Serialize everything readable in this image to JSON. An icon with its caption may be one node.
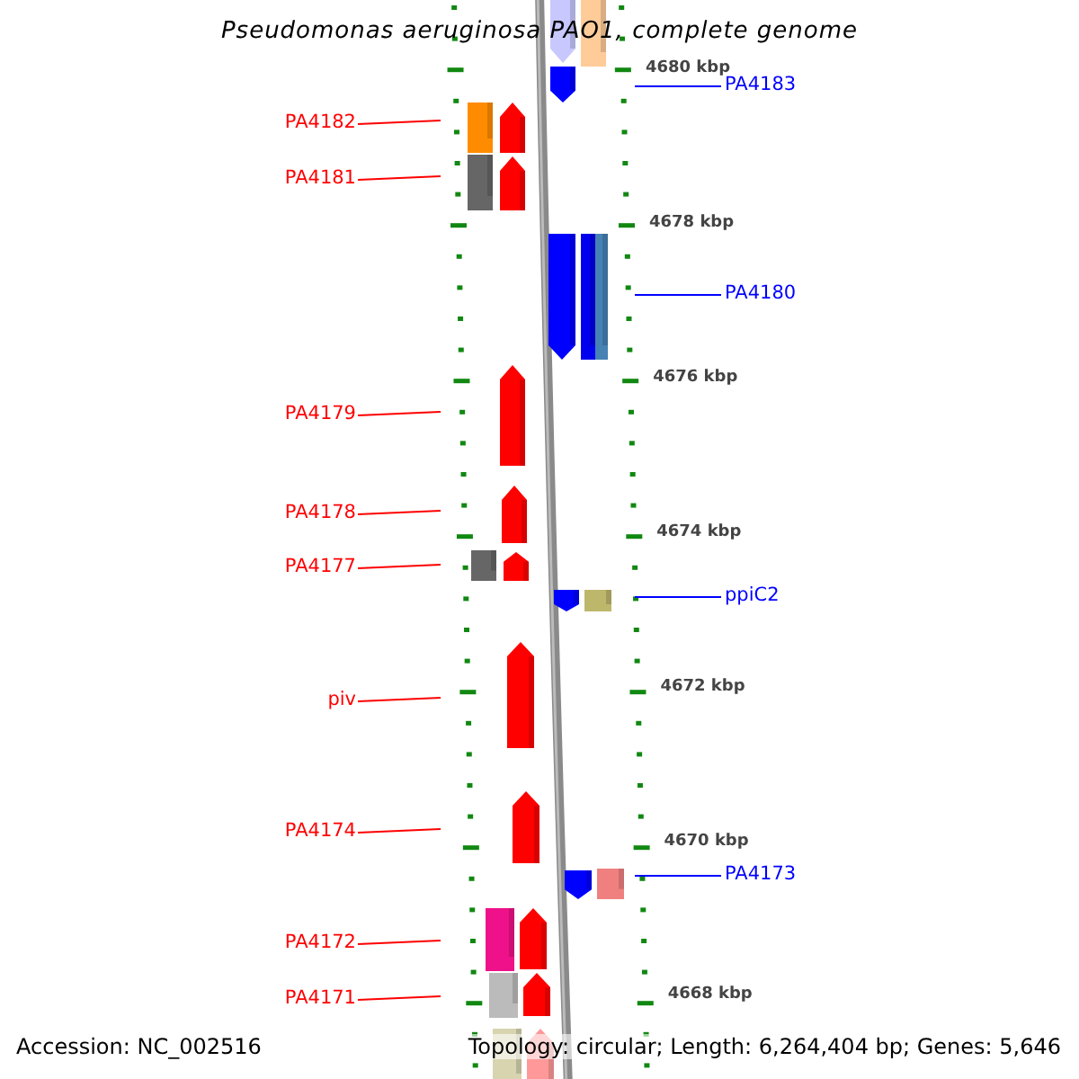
{
  "diagram": {
    "title": "Pseudomonas aeruginosa PAO1, complete genome",
    "nodes": [
      {
        "text": [
          "PA4183"
        ]
      },
      {
        "text": [
          "PA4182"
        ]
      },
      {
        "text": [
          "PA4181"
        ]
      },
      {
        "text": [
          "PA4180"
        ]
      },
      {
        "text": [
          "PA4179"
        ]
      },
      {
        "text": [
          "PA4178"
        ]
      },
      {
        "text": [
          "PA4177"
        ]
      },
      {
        "text": [
          "ppiC2"
        ]
      },
      {
        "text": [
          "piv"
        ]
      },
      {
        "text": [
          "PA4174"
        ]
      },
      {
        "text": [
          "PA4173"
        ]
      },
      {
        "text": [
          "PA4172"
        ]
      },
      {
        "text": [
          "PA4171"
        ]
      }
    ],
    "edges": [
      {
        "from": 0,
        "to": null,
        "arrow": "none",
        "color": "#0000ff"
      },
      {
        "from": 1,
        "to": null,
        "arrow": "none"
      },
      {
        "from": 2,
        "to": null,
        "arrow": "none"
      },
      {
        "from": 3,
        "to": null,
        "arrow": "none",
        "color": "#0000ff"
      },
      {
        "from": 4,
        "to": null,
        "arrow": "none"
      },
      {
        "from": 5,
        "to": null,
        "arrow": "none"
      },
      {
        "from": 6,
        "to": null,
        "arrow": "none"
      },
      {
        "from": 7,
        "to": null,
        "arrow": "none",
        "color": "#0000ff"
      },
      {
        "from": 8,
        "to": null,
        "arrow": "none"
      },
      {
        "from": 9,
        "to": null,
        "arrow": "none"
      },
      {
        "from": 10,
        "to": null,
        "arrow": "none",
        "color": "#0000ff"
      },
      {
        "from": 11,
        "to": null,
        "arrow": "none"
      },
      {
        "from": 12,
        "to": null,
        "arrow": "none"
      }
    ],
    "labels": [
      "4680 kbp",
      "4678 kbp",
      "4676 kbp",
      "4674 kbp",
      "4672 kbp",
      "4670 kbp",
      "4668 kbp",
      "Accession: NC_002516",
      "Topology: circular; Length: 6,264,404 bp; Genes: 5,646"
    ]
  }
}
